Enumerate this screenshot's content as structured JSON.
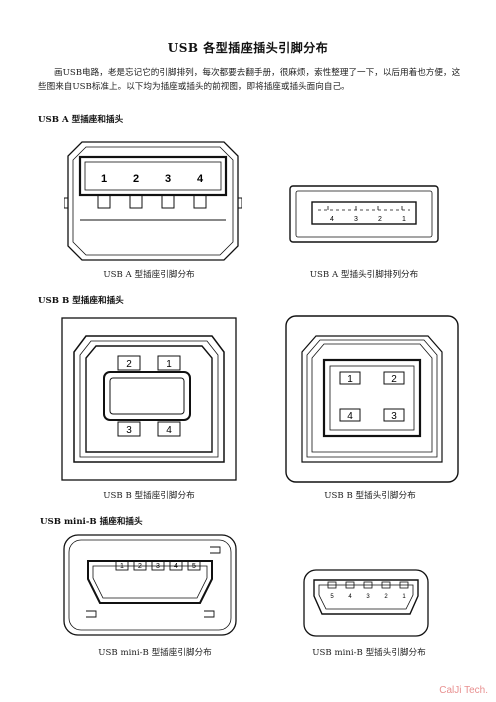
{
  "document": {
    "title": "USB  各型插座插头引脚分布",
    "intro": "画USB电路，老是忘记它的引脚排列，每次都要去翻手册，很麻烦，索性整理了一下，以后用着也方便，这些图来自USB标准上。以下均为插座或插头的前视图，即将插座或插头面向自己。"
  },
  "sections": [
    {
      "heading": "USB A 型插座和插头",
      "captions": [
        "USB A 型插座引脚分布",
        "USB A 型插头引脚排列分布"
      ],
      "receptacle_pins": [
        "1",
        "2",
        "3",
        "4"
      ],
      "plug_pins": [
        "4",
        "3",
        "2",
        "1"
      ]
    },
    {
      "heading": "USB B 型插座和插头",
      "captions": [
        "USB B 型插座引脚分布",
        "USB B 型插头引脚分布"
      ],
      "receptacle_pins": [
        "2",
        "1",
        "3",
        "4"
      ],
      "plug_pins": [
        "1",
        "2",
        "4",
        "3"
      ]
    },
    {
      "heading": "USB mini-B  插座和插头",
      "captions": [
        "USB mini-B 型插座引脚分布",
        "USB mini-B 型插头引脚分布"
      ],
      "receptacle_pins": [
        "1",
        "2",
        "3",
        "4",
        "5"
      ],
      "plug_pins": [
        "5",
        "4",
        "3",
        "2",
        "1"
      ]
    }
  ],
  "watermark": "CalJi Tech."
}
